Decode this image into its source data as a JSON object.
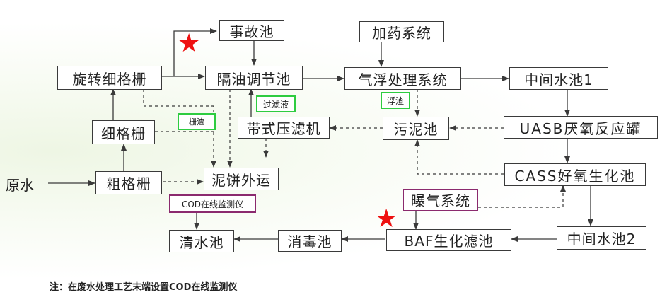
{
  "nodes": {
    "shigu": "事故池",
    "jiayao": "加药系统",
    "xuanzhuan": "旋转细格栅",
    "geyou": "隔油调节池",
    "qifu": "气浮处理系统",
    "zhongjian1": "中间水池1",
    "xigeshan": "细格栅",
    "daishi": "带式压滤机",
    "wuni": "污泥池",
    "uasb": "UASB厌氧反应罐",
    "yuanshui": "原水",
    "cugeshan": "粗格栅",
    "nibing": "泥饼外运",
    "cass": "CASS好氧生化池",
    "baoqi": "曝气系统",
    "qingshui": "清水池",
    "xiaodu": "消毒池",
    "baf": "BAF生化滤池",
    "zhongjian2": "中间水池2"
  },
  "tags": {
    "guolvye": "过滤液",
    "fuzha": "浮渣",
    "shanzha": "栅渣",
    "cod": "COD在线监测仪"
  },
  "note": "注：在废水处理工艺末端设置COD在线监测仪",
  "colors": {
    "line": "#3a3a3a",
    "star": "#ee1111",
    "tag_green": "#2ecc40",
    "tag_purple": "#8b2a6e"
  }
}
